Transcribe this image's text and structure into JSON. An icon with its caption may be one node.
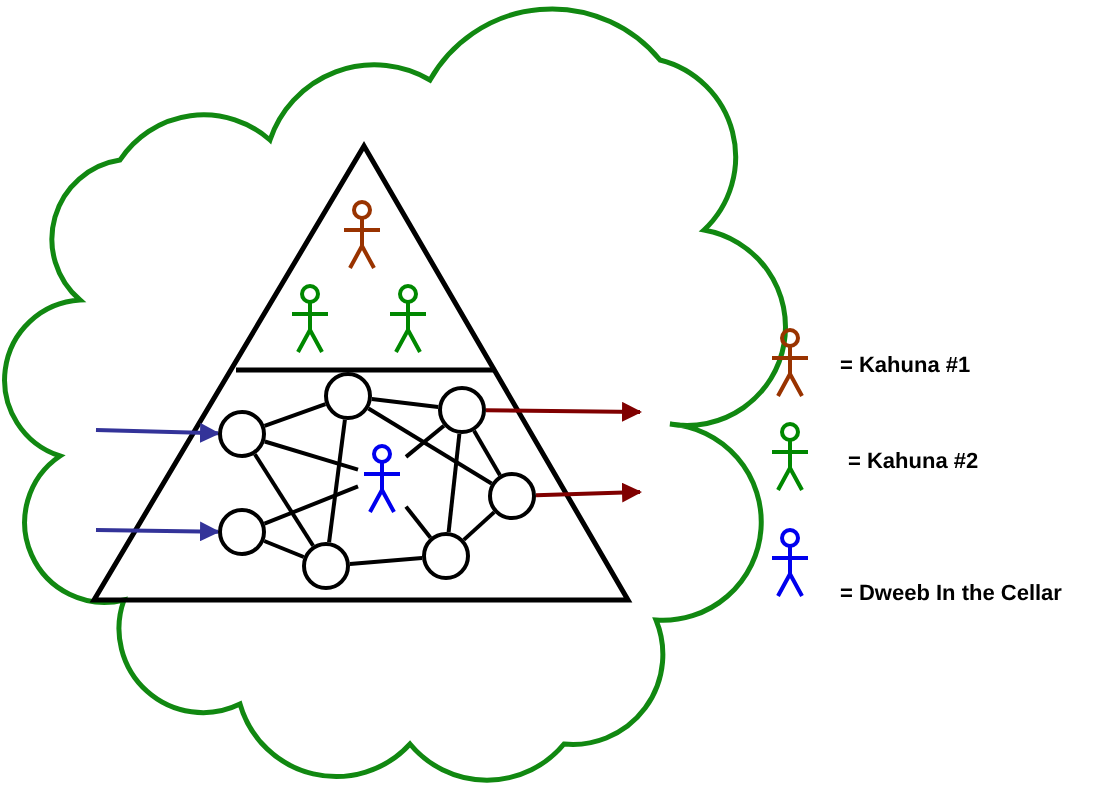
{
  "diagram": {
    "nodes": [
      {
        "text": [],
        "shape": "circle"
      },
      {
        "text": [],
        "shape": "circle"
      },
      {
        "text": [],
        "shape": "circle"
      },
      {
        "text": [],
        "shape": "person"
      },
      {
        "text": [],
        "shape": "circle"
      },
      {
        "text": [],
        "shape": "circle"
      },
      {
        "text": [],
        "shape": "circle"
      },
      {
        "text": [],
        "shape": "circle"
      }
    ],
    "edges": [
      {
        "from": null,
        "to": 0,
        "arrow": "to",
        "color": "#333399"
      },
      {
        "from": null,
        "to": 5,
        "arrow": "to",
        "color": "#333399"
      },
      {
        "from": 2,
        "to": null,
        "arrow": "to",
        "color": "#800000"
      },
      {
        "from": 4,
        "to": null,
        "arrow": "to",
        "color": "#800000"
      },
      {
        "from": 0,
        "to": 1,
        "arrow": "none"
      },
      {
        "from": 1,
        "to": 2,
        "arrow": "none"
      },
      {
        "from": 0,
        "to": 3,
        "arrow": "none"
      },
      {
        "from": 0,
        "to": 6,
        "arrow": "none"
      },
      {
        "from": 5,
        "to": 3,
        "arrow": "none"
      },
      {
        "from": 5,
        "to": 6,
        "arrow": "none"
      },
      {
        "from": 1,
        "to": 6,
        "arrow": "none"
      },
      {
        "from": 1,
        "to": 4,
        "arrow": "none"
      },
      {
        "from": 2,
        "to": 3,
        "arrow": "none"
      },
      {
        "from": 2,
        "to": 7,
        "arrow": "none"
      },
      {
        "from": 2,
        "to": 4,
        "arrow": "none"
      },
      {
        "from": 3,
        "to": 7,
        "arrow": "none"
      },
      {
        "from": 6,
        "to": 7,
        "arrow": "none"
      },
      {
        "from": 7,
        "to": 4,
        "arrow": "none"
      }
    ],
    "legend": [
      {
        "text": "= Kahuna #1"
      },
      {
        "text": "= Kahuna #2"
      },
      {
        "text": "= Dweeb In the Cellar"
      }
    ]
  }
}
